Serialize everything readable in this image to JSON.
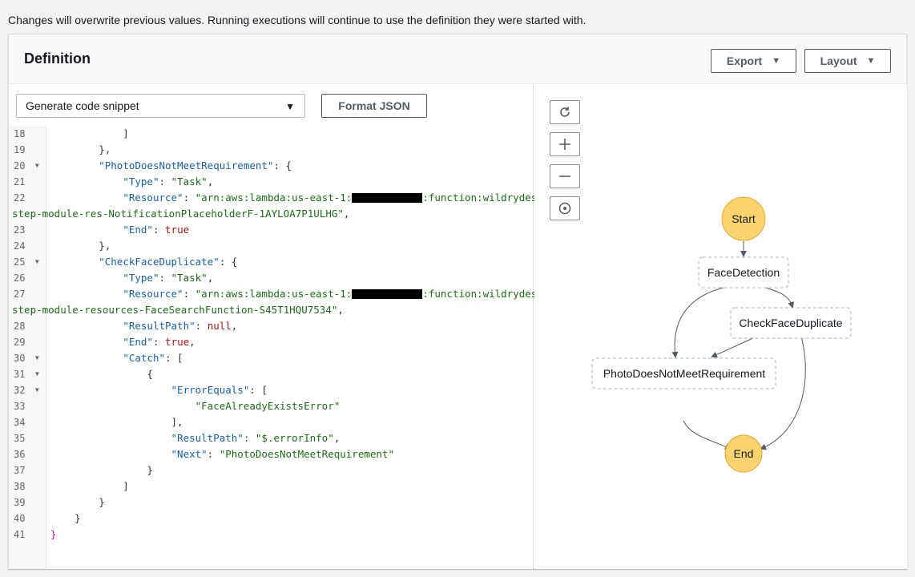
{
  "notice": "Changes will overwrite previous values. Running executions will continue to use the definition they were started with.",
  "panel": {
    "title": "Definition",
    "export_label": "Export",
    "layout_label": "Layout"
  },
  "editor": {
    "snippet_select": "Generate code snippet",
    "format_label": "Format JSON",
    "lines": [
      {
        "n": "18",
        "fold": false
      },
      {
        "n": "19",
        "fold": false
      },
      {
        "n": "20",
        "fold": true
      },
      {
        "n": "21",
        "fold": false
      },
      {
        "n": "22",
        "fold": false
      },
      {
        "n": "",
        "fold": false
      },
      {
        "n": "23",
        "fold": false
      },
      {
        "n": "24",
        "fold": false
      },
      {
        "n": "25",
        "fold": true
      },
      {
        "n": "26",
        "fold": false
      },
      {
        "n": "27",
        "fold": false
      },
      {
        "n": "",
        "fold": false
      },
      {
        "n": "28",
        "fold": false
      },
      {
        "n": "29",
        "fold": false
      },
      {
        "n": "30",
        "fold": true
      },
      {
        "n": "31",
        "fold": true
      },
      {
        "n": "32",
        "fold": true
      },
      {
        "n": "33",
        "fold": false
      },
      {
        "n": "34",
        "fold": false
      },
      {
        "n": "35",
        "fold": false
      },
      {
        "n": "36",
        "fold": false
      },
      {
        "n": "37",
        "fold": false
      },
      {
        "n": "38",
        "fold": false
      },
      {
        "n": "39",
        "fold": false
      },
      {
        "n": "40",
        "fold": false
      },
      {
        "n": "41",
        "fold": false
      }
    ],
    "code": {
      "l18": "            ]",
      "l19": "        },",
      "l20_key": "\"PhotoDoesNotMeetRequirement\"",
      "l21_key": "\"Type\"",
      "l21_val": "\"Task\"",
      "l22_key": "\"Resource\"",
      "l22_val_a": "\"arn:aws:lambda:us-east-1:",
      "l22_val_b": ":function:wildrydes-",
      "l22_wrap": "step-module-res-NotificationPlaceholderF-1AYLOA7P1ULHG\"",
      "l23_key": "\"End\"",
      "l23_val": "true",
      "l24": "        },",
      "l25_key": "\"CheckFaceDuplicate\"",
      "l26_key": "\"Type\"",
      "l26_val": "\"Task\"",
      "l27_key": "\"Resource\"",
      "l27_val_a": "\"arn:aws:lambda:us-east-1:",
      "l27_val_b": ":function:wildrydes-",
      "l27_wrap": "step-module-resources-FaceSearchFunction-S45T1HQU7534\"",
      "l28_key": "\"ResultPath\"",
      "l28_val": "null",
      "l29_key": "\"End\"",
      "l29_val": "true",
      "l30_key": "\"Catch\"",
      "l32_key": "\"ErrorEquals\"",
      "l33_val": "\"FaceAlreadyExistsError\"",
      "l35_key": "\"ResultPath\"",
      "l35_val": "\"$.errorInfo\"",
      "l36_key": "\"Next\"",
      "l36_val": "\"PhotoDoesNotMeetRequirement\""
    }
  },
  "graph": {
    "tools": [
      "refresh-icon",
      "zoom-in-icon",
      "zoom-out-icon",
      "center-icon"
    ],
    "nodes": {
      "start": "Start",
      "face_detection": "FaceDetection",
      "check_face_duplicate": "CheckFaceDuplicate",
      "photo_does_not_meet": "PhotoDoesNotMeetRequirement",
      "end": "End"
    },
    "colors": {
      "terminal_fill": "#fbd46d",
      "terminal_stroke": "#e0a830",
      "task_stroke": "#aab7b8",
      "edge": "#545b64"
    }
  }
}
